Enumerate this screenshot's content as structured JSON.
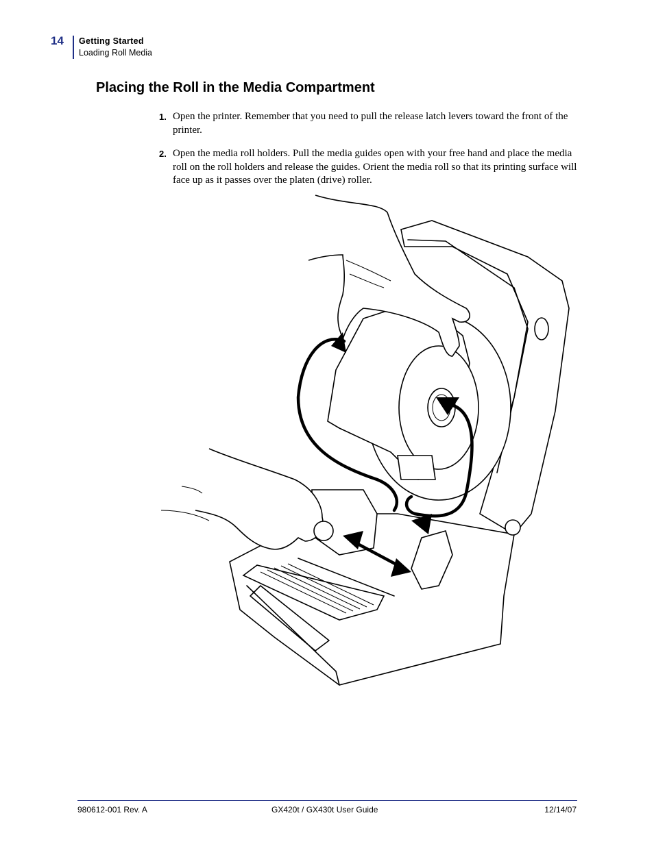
{
  "header": {
    "page_number": "14",
    "section": "Getting Started",
    "subsection": "Loading Roll Media"
  },
  "heading": "Placing the Roll in the Media Compartment",
  "steps": [
    {
      "number": "1.",
      "text": "Open the printer.  Remember that you need to pull the release latch levers toward the front of the printer."
    },
    {
      "number": "2.",
      "text": "Open the media roll holders. Pull the media guides open with your free hand and place the media roll on the roll holders and release the guides. Orient the media roll so that its printing surface will face up as it passes over the platen (drive) roller."
    }
  ],
  "footer": {
    "left": "980612-001 Rev. A",
    "center": "GX420t / GX430t User Guide",
    "right": "12/14/07"
  },
  "colors": {
    "accent": "#1f2f86"
  }
}
